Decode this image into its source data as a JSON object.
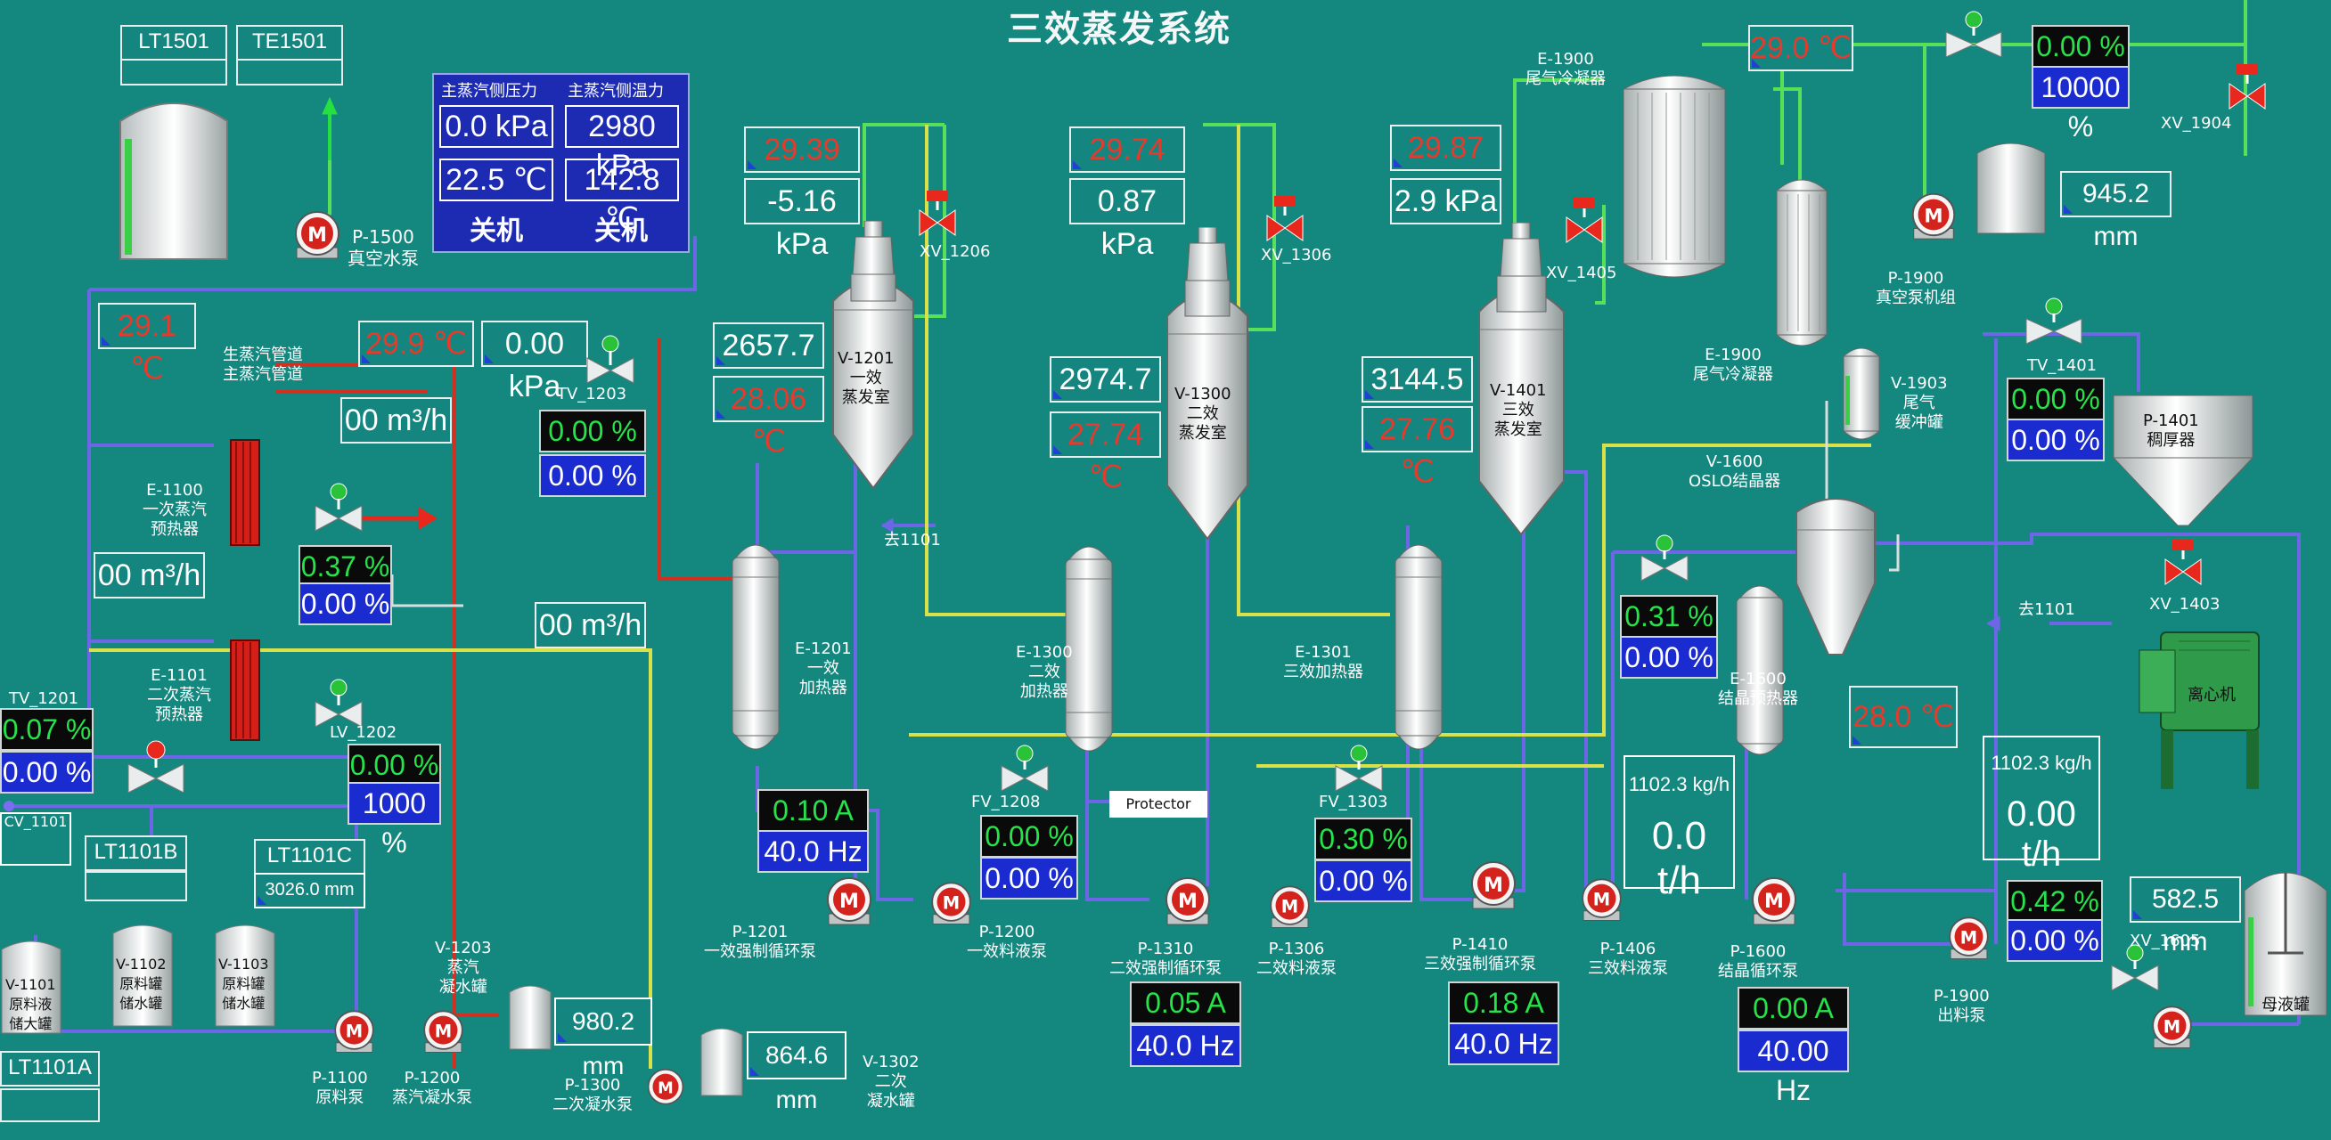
{
  "title": "三效蒸发系统",
  "top_left": {
    "lt1501": "LT1501",
    "te1501": "TE1501",
    "pump_label": "P-1500\n真空水泵"
  },
  "panel": {
    "h1": "主蒸汽侧压力",
    "h2": "主蒸汽侧温力",
    "pressure1": "0.0 kPa",
    "pressure2": "2980 kPa",
    "temp1": "22.5 ℃",
    "temp2": "142.8 ℃",
    "state1": "关机",
    "state2": "关机"
  },
  "steam_in": {
    "temp": "29.1 ℃",
    "label": "生蒸汽管道\n主蒸汽管道",
    "temp2": "29.9 ℃",
    "pressure": "0.00 kPa",
    "valve": "TV_1203",
    "valve_out": "0.00 %",
    "valve_set": "0.00 %",
    "flow1": "00 m³/h",
    "flow2": "00 m³/h",
    "flow3": "00 m³/h"
  },
  "heaters": {
    "h1_label": "E-1100\n一次蒸汽\n预热器",
    "h1_valve_out": "0.37 %",
    "h1_valve_set": "0.00 %",
    "h2_label": "E-1101\n二次蒸汽\n预热器",
    "h2_valve": "LV_1202",
    "h2_valve_out": "0.00 %",
    "h2_valve_set": "1000 %",
    "tv_label": "TV_1201",
    "tv_out": "0.07 %",
    "tv_set": "0.00 %"
  },
  "effect1": {
    "temp": "29.39 ℃",
    "pressure": "-5.16 kPa",
    "valve": "XV_1206",
    "level": "2657.7 mm",
    "level_temp": "28.06 ℃",
    "vessel": "V-1201\n一效\n蒸发室",
    "heater": "E-1201\n一效\n加热器",
    "current": "0.10 A",
    "freq": "40.0 Hz",
    "pump": "P-1201\n一效强制循环泵",
    "valve2": "FV_1208",
    "valve2_out": "0.00 %",
    "valve2_set": "0.00 %",
    "pump2": "P-1200\n一效料液泵",
    "pipe_tag": "去1101"
  },
  "effect2": {
    "temp": "29.74 ℃",
    "pressure": "0.87 kPa",
    "valve": "XV_1306",
    "level": "2974.7 mm",
    "level_temp": "27.74 ℃",
    "vessel": "V-1300\n二效\n蒸发室",
    "heater": "E-1300\n二效\n加热器",
    "current": "0.05 A",
    "freq": "40.0 Hz",
    "pump": "P-1310\n二效强制循环泵",
    "valve2": "FV_1303",
    "valve2_out": "0.30 %",
    "valve2_set": "0.00 %",
    "pump2": "P-1306\n二效料液泵",
    "tag": "Protector"
  },
  "effect3": {
    "temp": "29.87 ℃",
    "pressure": "2.9 kPa",
    "valve": "XV_1405",
    "level": "3144.5 mm",
    "level_temp": "27.76 ℃",
    "vessel": "V-1401\n三效\n蒸发室",
    "heater": "E-1301\n三效加热器",
    "current": "0.18 A",
    "freq": "40.0 Hz",
    "pump": "P-1410\n三效强制循环泵",
    "pump2": "P-1406\n三效料液泵"
  },
  "condenser": {
    "label": "E-1900\n尾气冷凝器",
    "label2": "E-1900\n尾气冷凝器",
    "temp": "29.0 ℃",
    "valve_out": "0.00 %",
    "valve_set": "10000 %",
    "valve2": "XV_1904",
    "tank": "V-1903\n尾气\n缓冲罐",
    "vac_level": "945.2 mm",
    "vac_pump": "P-1900\n真空泵机组"
  },
  "crystal": {
    "label": "V-1600\nOSLO结晶器",
    "valve_out": "0.31 %",
    "valve_set": "0.00 %",
    "temp": "28.0 ℃",
    "preheater": "E-1600\n结晶预热器",
    "flow": "1102.3 kg/h",
    "flow_th": "0.0 t/h",
    "pump": "P-1600\n结晶循环泵",
    "current": "0.00 A",
    "freq": "40.00 Hz"
  },
  "thickener": {
    "label": "P-1401\n稠厚器",
    "valve": "TV_1401",
    "valve_out": "0.00 %",
    "valve_set": "0.00 %",
    "valve2": "XV_1403",
    "pipe_tag": "去1101",
    "centrifuge": "离心机",
    "flow": "1102.3 kg/h",
    "flow_th": "0.00 t/h",
    "valve3_out": "0.42 %",
    "valve3_set": "0.00 %",
    "pump": "P-1900\n出料泵",
    "valve4": "XV_1605",
    "level": "582.5 mm",
    "tank": "母液罐"
  },
  "bottom_left": {
    "lt1101b": "LT1101B",
    "lt1101c": "LT1101C",
    "lt1101c_val": "3026.0 mm",
    "lt1101a": "LT1101A",
    "tank1": "V-1101\n原料液\n储大罐",
    "tank2": "V-1102\n原料罐\n储水罐",
    "tank3": "V-1103\n原料罐\n储水罐",
    "pump1": "P-1100\n原料泵",
    "pump2": "P-1200\n蒸汽凝水泵",
    "tank4": "V-1203\n蒸汽\n凝水罐",
    "tank4_level": "980.2 mm",
    "pump3": "P-1300\n二次凝水泵",
    "tank5": "V-1302\n二次\n凝水罐",
    "tank5_level": "864.6 mm",
    "cv_label": "CV_1101"
  },
  "colors": {
    "bg": "#14877f",
    "pipe_blue": "#6d67e8",
    "pipe_red": "#d23020",
    "pipe_green": "#59e05a",
    "pipe_yellow": "#d8e04a",
    "value_red": "#e73a2c",
    "blue_box": "#1a2bd0"
  }
}
